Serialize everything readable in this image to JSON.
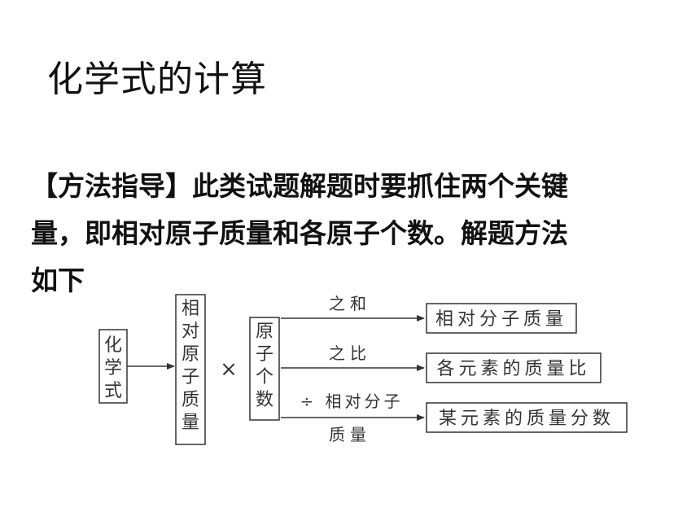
{
  "title": "化学式的计算",
  "method": {
    "tag": "【方法指导】",
    "line1": "此类试题解题时要抓住两个关键",
    "line2": "量，即相对原子质量和各原子个数。解题方法",
    "line3": "如下"
  },
  "diagram": {
    "formula": [
      "化",
      "学",
      "式"
    ],
    "atomic_mass": [
      "相",
      "对",
      "原",
      "子",
      "质",
      "量"
    ],
    "times": "×",
    "atom_count": [
      "原",
      "子",
      "个",
      "数"
    ],
    "arrows": {
      "sum": "之和",
      "ratio": "之比",
      "divide": "÷ 相对分子",
      "divide_line2": "质量"
    },
    "results": {
      "molecular_mass": "相对分子质量",
      "mass_ratio": "各元素的质量比",
      "mass_fraction": "某元素的质量分数"
    }
  }
}
